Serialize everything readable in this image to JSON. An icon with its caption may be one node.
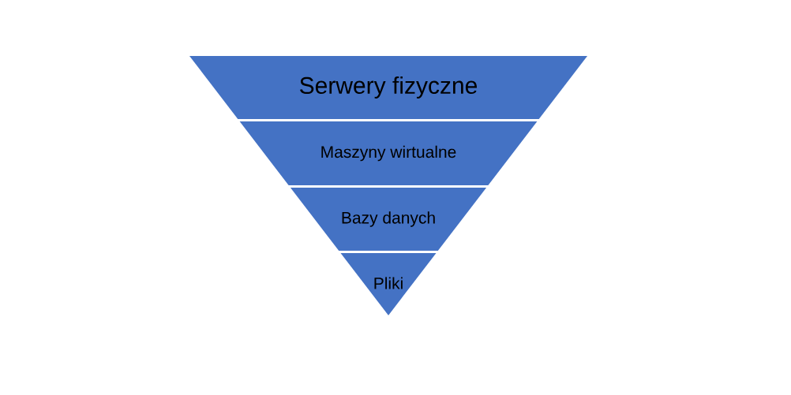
{
  "diagram": {
    "nodes": [
      {
        "text": [
          "Serwery fizyczne"
        ]
      },
      {
        "text": [
          "Maszyny wirtualne"
        ]
      },
      {
        "text": [
          "Bazy danych"
        ]
      },
      {
        "text": [
          "Pliki"
        ]
      }
    ]
  }
}
